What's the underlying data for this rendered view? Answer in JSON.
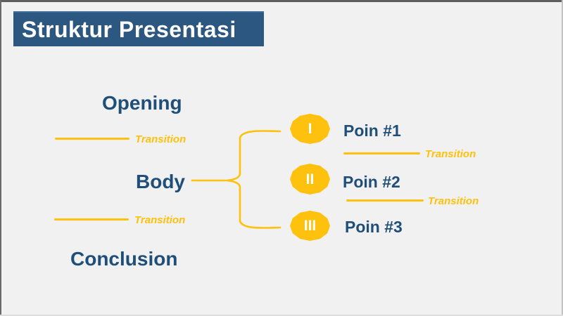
{
  "slide": {
    "title": "Struktur Presentasi",
    "outline": {
      "opening": "Opening",
      "body": "Body",
      "conclusion": "Conclusion"
    },
    "transition_label": "Transition",
    "points": [
      {
        "numeral": "I",
        "label": "Poin #1"
      },
      {
        "numeral": "II",
        "label": "Poin #2"
      },
      {
        "numeral": "III",
        "label": "Poin #3"
      }
    ],
    "colors": {
      "accent_yellow": "#FDC10E",
      "heading_blue": "#1F4E79",
      "title_bar_bg": "#2B5781",
      "title_text": "#FFFFFF",
      "canvas_bg": "#F1F1F1"
    }
  }
}
